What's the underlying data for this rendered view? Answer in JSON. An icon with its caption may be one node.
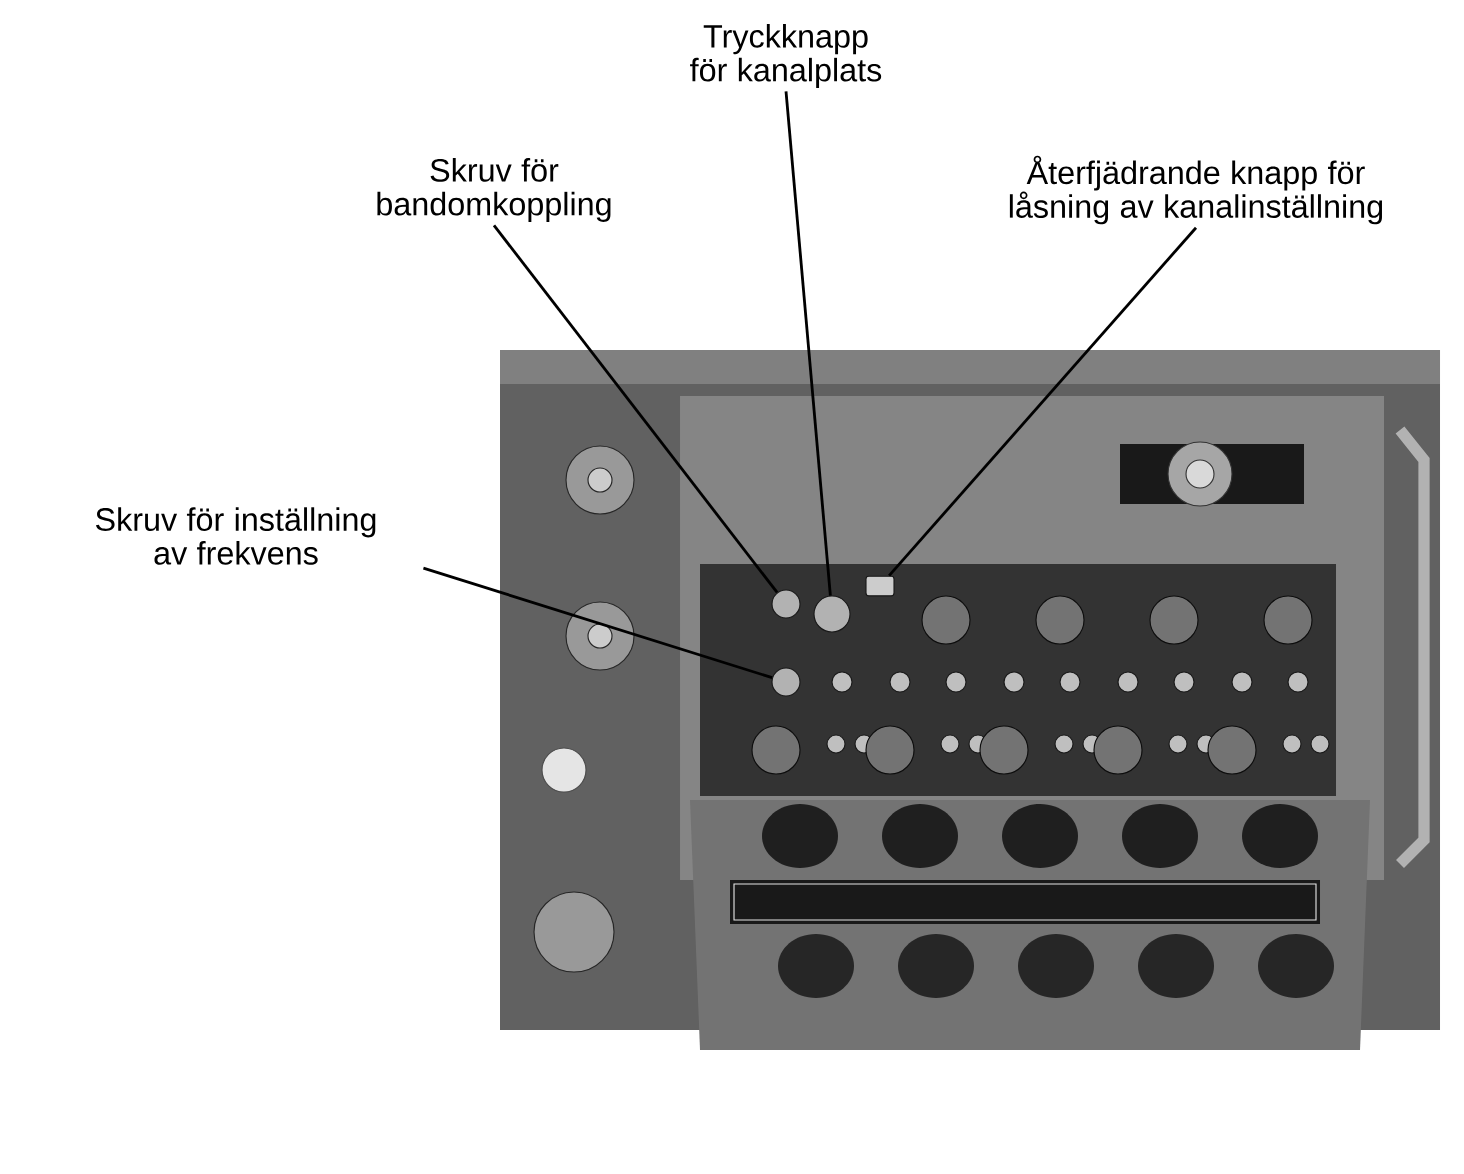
{
  "diagram": {
    "nodes": [
      {
        "text": [],
        "shape": "picture"
      },
      {
        "text": [
          "Tryckknapp för kanalplats"
        ]
      },
      {
        "text": [
          "Skruv för bandomkoppling"
        ]
      },
      {
        "text": [
          "Återfjädrande knapp för låsning av kanalinställning"
        ]
      },
      {
        "text": [
          "Skruv för inställning av frekvens"
        ]
      },
      {
        "text": [],
        "shape": "circle",
        "in": 0
      },
      {
        "text": [],
        "shape": "circle",
        "in": 0
      },
      {
        "text": [],
        "shape": "box",
        "in": 0
      },
      {
        "text": [],
        "shape": "circle",
        "in": 0
      }
    ],
    "edges": [
      {
        "from": 1,
        "to": 6,
        "arrow": "none"
      },
      {
        "from": 2,
        "to": 5,
        "arrow": "none"
      },
      {
        "from": 3,
        "to": 7,
        "arrow": "none"
      },
      {
        "from": 4,
        "to": 8,
        "arrow": "none"
      }
    ]
  }
}
